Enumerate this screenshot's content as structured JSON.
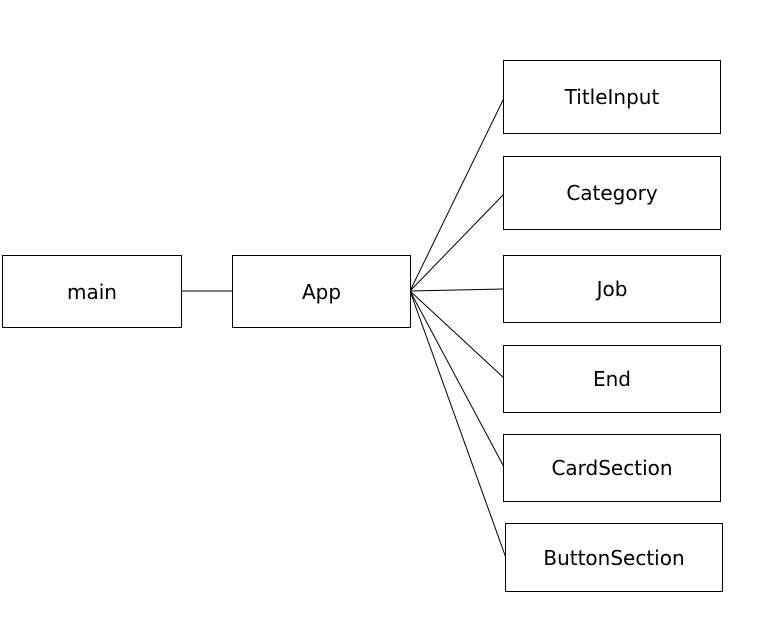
{
  "diagram": {
    "nodes": [
      {
        "id": "main",
        "label": "main"
      },
      {
        "id": "app",
        "label": "App"
      },
      {
        "id": "titleinput",
        "label": "TitleInput"
      },
      {
        "id": "category",
        "label": "Category"
      },
      {
        "id": "job",
        "label": "Job"
      },
      {
        "id": "end",
        "label": "End"
      },
      {
        "id": "cardsection",
        "label": "CardSection"
      },
      {
        "id": "buttonsection",
        "label": "ButtonSection"
      }
    ],
    "edges": [
      {
        "from": "main",
        "to": "app"
      },
      {
        "from": "app",
        "to": "titleinput"
      },
      {
        "from": "app",
        "to": "category"
      },
      {
        "from": "app",
        "to": "job"
      },
      {
        "from": "app",
        "to": "end"
      },
      {
        "from": "app",
        "to": "cardsection"
      },
      {
        "from": "app",
        "to": "buttonsection"
      }
    ],
    "colors": {
      "stroke": "#000000",
      "fill": "#ffffff"
    }
  }
}
